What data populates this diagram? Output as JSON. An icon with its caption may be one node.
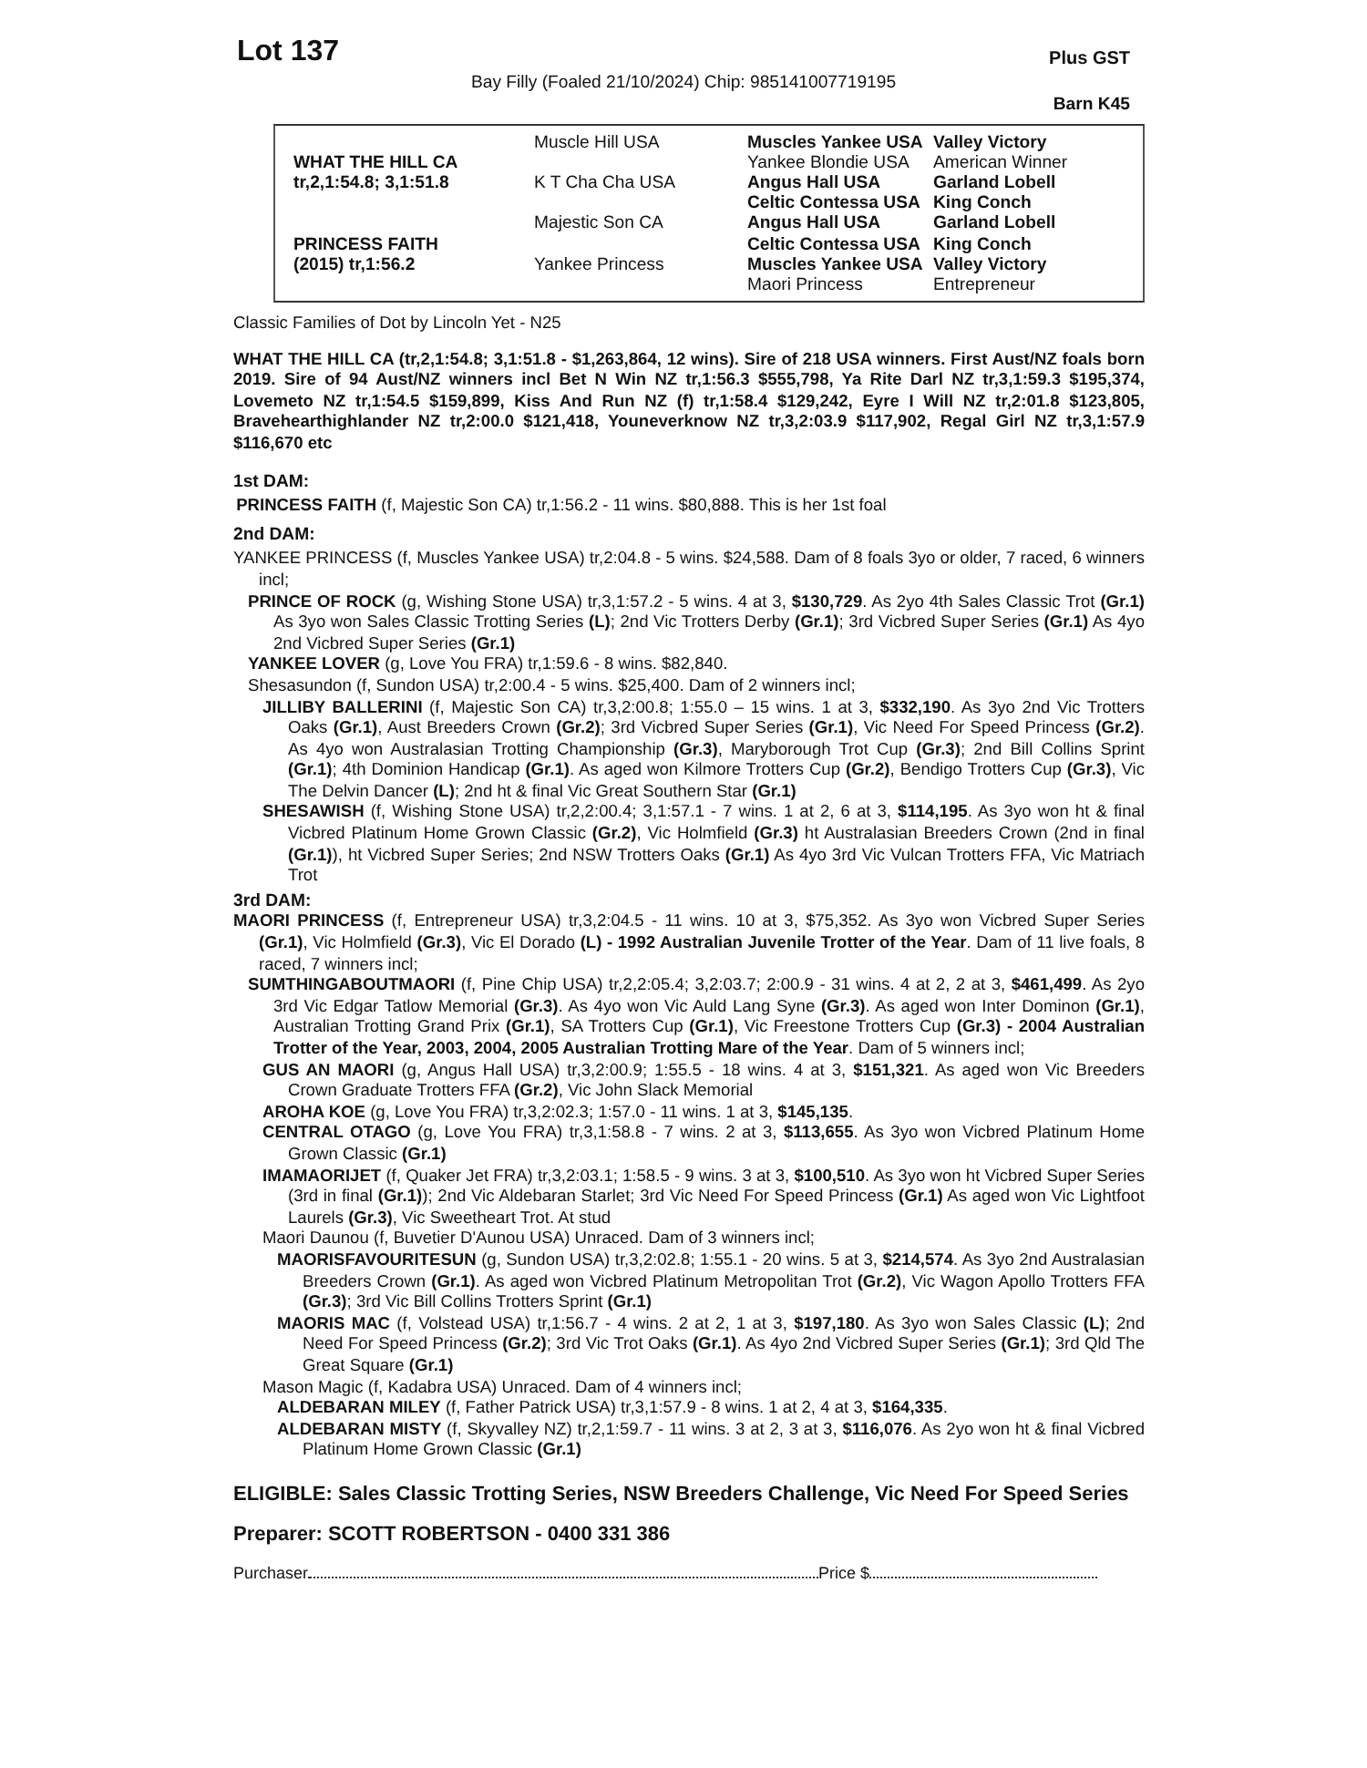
{
  "diagram": {
    "title": "Lot 137",
    "labels": [
      "Bay Filly (Foaled 21/10/2024) Chip: 985141007719195",
      "Plus GST",
      "Barn K45",
      "Muscle Hill USA",
      "Muscles Yankee USA",
      "Valley Victory",
      "WHAT THE HILL CA",
      "Yankee Blondie USA",
      "American Winner",
      "tr,2,1:54.8; 3,1:51.8",
      "K T Cha Cha USA",
      "Angus Hall USA",
      "Garland Lobell",
      "Celtic Contessa USA",
      "King Conch",
      "Majestic Son CA",
      "Angus Hall USA",
      "Garland Lobell",
      "PRINCESS FAITH",
      "Celtic Contessa USA",
      "King Conch",
      "(2015) tr,1:56.2",
      "Yankee Princess",
      "Muscles Yankee USA",
      "Valley Victory",
      "Maori Princess",
      "Entrepreneur",
      "Classic Families of Dot by Lincoln Yet - N25",
      "WHAT THE HILL CA (tr,2,1:54.8; 3,1:51.8 - $1,263,864, 12 wins). Sire of 218 USA winners. First Aust/NZ foals born 2019. Sire of 94 Aust/NZ winners incl Bet N Win NZ tr,1:56.3 $555,798, Ya Rite Darl NZ tr,3,1:59.3 $195,374, Lovemeto NZ tr,1:54.5 $159,899, Kiss And Run NZ (f) tr,1:58.4 $129,242, Eyre I Will NZ tr,2:01.8 $123,805, Bravehearthighlander NZ tr,2:00.0 $121,418, Youneverknow NZ tr,3,2:03.9 $117,902, Regal Girl NZ tr,3,1:57.9 $116,670 etc",
      "1st DAM:",
      "**PRINCESS FAITH** (f, Majestic Son CA) tr,1:56.2 - 11 wins. $80,888. This is her 1st foal",
      "2nd DAM:",
      "YANKEE PRINCESS (f, Muscles Yankee USA) tr,2:04.8 - 5 wins. $24,588. Dam of 8 foals 3yo or older, 7 raced, 6 winners incl;",
      "**PRINCE OF ROCK** (g, Wishing Stone USA) tr,3,1:57.2 - 5 wins. 4 at 3, **$130,729**. As 2yo 4th Sales Classic Trot **(Gr.1)** As 3yo won Sales Classic Trotting Series **(L)**; 2nd Vic Trotters Derby **(Gr.1)**; 3rd Vicbred Super Series **(Gr.1)** As 4yo 2nd Vicbred Super Series **(Gr.1)**",
      "**YANKEE LOVER** (g, Love You FRA) tr,1:59.6 - 8 wins. $82,840.",
      "Shesasundon (f, Sundon USA) tr,2:00.4 - 5 wins. $25,400. Dam of 2 winners incl;",
      "**JILLIBY BALLERINI** (f, Majestic Son CA) tr,3,2:00.8; 1:55.0 – 15 wins. 1 at 3, **$332,190**. As 3yo 2nd Vic Trotters Oaks **(Gr.1)**, Aust Breeders Crown **(Gr.2)**; 3rd Vicbred Super Series **(Gr.1)**, Vic Need For Speed Princess **(Gr.2)**. As 4yo won Australasian Trotting Championship **(Gr.3)**, Maryborough Trot Cup **(Gr.3)**; 2nd Bill Collins Sprint **(Gr.1)**; 4th Dominion Handicap **(Gr.1)**. As aged won Kilmore Trotters Cup **(Gr.2)**, Bendigo Trotters Cup **(Gr.3)**, Vic The Delvin Dancer **(L)**; 2nd ht & final Vic Great Southern Star **(Gr.1)**",
      "**SHESAWISH** (f, Wishing Stone USA) tr,2,2:00.4; 3,1:57.1 - 7 wins. 1 at 2, 6 at 3, **$114,195**. As 3yo won ht & final Vicbred Platinum Home Grown Classic **(Gr.2)**, Vic Holmfield **(Gr.3)** ht Australasian Breeders Crown (2nd in final **(Gr.1)**), ht Vicbred Super Series; 2nd NSW Trotters Oaks **(Gr.1)** As 4yo 3rd Vic Vulcan Trotters FFA, Vic Matriach Trot",
      "3rd DAM:",
      "**MAORI PRINCESS** (f, Entrepreneur USA) tr,3,2:04.5 - 11 wins. 10 at 3, $75,352. As 3yo won Vicbred Super Series **(Gr.1)**, Vic Holmfield **(Gr.3)**, Vic El Dorado **(L) - 1992 Australian Juvenile Trotter of the Year**. Dam of 11 live foals, 8 raced, 7 winners incl;",
      "**SUMTHINGABOUTMAORI** (f, Pine Chip USA) tr,2,2:05.4; 3,2:03.7; 2:00.9 - 31 wins. 4 at 2, 2 at 3, **$461,499**. As 2yo 3rd Vic Edgar Tatlow Memorial **(Gr.3)**. As 4yo won Vic Auld Lang Syne **(Gr.3)**. As aged won Inter Dominon **(Gr.1)**, Australian Trotting Grand Prix **(Gr.1)**, SA Trotters Cup **(Gr.1)**, Vic Freestone Trotters Cup **(Gr.3) - 2004 Australian Trotter of the Year, 2003, 2004, 2005 Australian Trotting Mare of the Year**. Dam of 5 winners incl;",
      "**GUS AN MAORI** (g, Angus Hall USA) tr,3,2:00.9; 1:55.5 - 18 wins. 4 at 3, **$151,321**. As aged won Vic Breeders Crown Graduate Trotters FFA **(Gr.2)**, Vic John Slack Memorial",
      "**AROHA KOE** (g, Love You FRA) tr,3,2:02.3; 1:57.0 - 11 wins. 1 at 3, **$145,135**.",
      "**CENTRAL OTAGO** (g, Love You FRA) tr,3,1:58.8 - 7 wins. 2 at 3, **$113,655**. As 3yo won Vicbred Platinum Home Grown Classic **(Gr.1)**",
      "**IMAMAORIJET** (f, Quaker Jet FRA) tr,3,2:03.1; 1:58.5 - 9 wins. 3 at 3, **$100,510**. As 3yo won ht Vicbred Super Series (3rd in final **(Gr.1)**); 2nd Vic Aldebaran Starlet; 3rd Vic Need For Speed Princess **(Gr.1)** As aged won Vic Lightfoot Laurels **(Gr.3)**, Vic Sweetheart Trot. At stud",
      "Maori Daunou (f, Buvetier D'Aunou USA) Unraced. Dam of 3 winners incl;",
      "**MAORISFAVOURITESUN** (g, Sundon USA) tr,3,2:02.8; 1:55.1 - 20 wins. 5 at 3, **$214,574**. As 3yo 2nd Australasian Breeders Crown **(Gr.1)**. As aged won Vicbred Platinum Metropolitan Trot **(Gr.2)**, Vic Wagon Apollo Trotters FFA **(Gr.3)**; 3rd Vic Bill Collins Trotters Sprint **(Gr.1)**",
      "**MAORIS MAC** (f, Volstead USA) tr,1:56.7 - 4 wins. 2 at 2, 1 at 3, **$197,180**. As 3yo won Sales Classic **(L)**; 2nd Need For Speed Princess **(Gr.2)**; 3rd Vic Trot Oaks **(Gr.1)**. As 4yo 2nd Vicbred Super Series **(Gr.1)**; 3rd Qld The Great Square **(Gr.1)**",
      "Mason Magic (f, Kadabra USA) Unraced. Dam of 4 winners incl;",
      "**ALDEBARAN MILEY** (f, Father Patrick USA) tr,3,1:57.9 - 8 wins. 1 at 2, 4 at 3, **$164,335**.",
      "**ALDEBARAN MISTY** (f, Skyvalley NZ) tr,2,1:59.7 - 11 wins. 3 at 2, 3 at 3, **$116,076**. As 2yo won ht & final Vicbred Platinum Home Grown Classic **(Gr.1)**",
      "ELIGIBLE: Sales Classic Trotting Series, NSW Breeders Challenge, Vic Need For Speed Series",
      "Preparer: SCOTT ROBERTSON - 0400 331 386",
      "Purchaser",
      "Price $"
    ]
  }
}
